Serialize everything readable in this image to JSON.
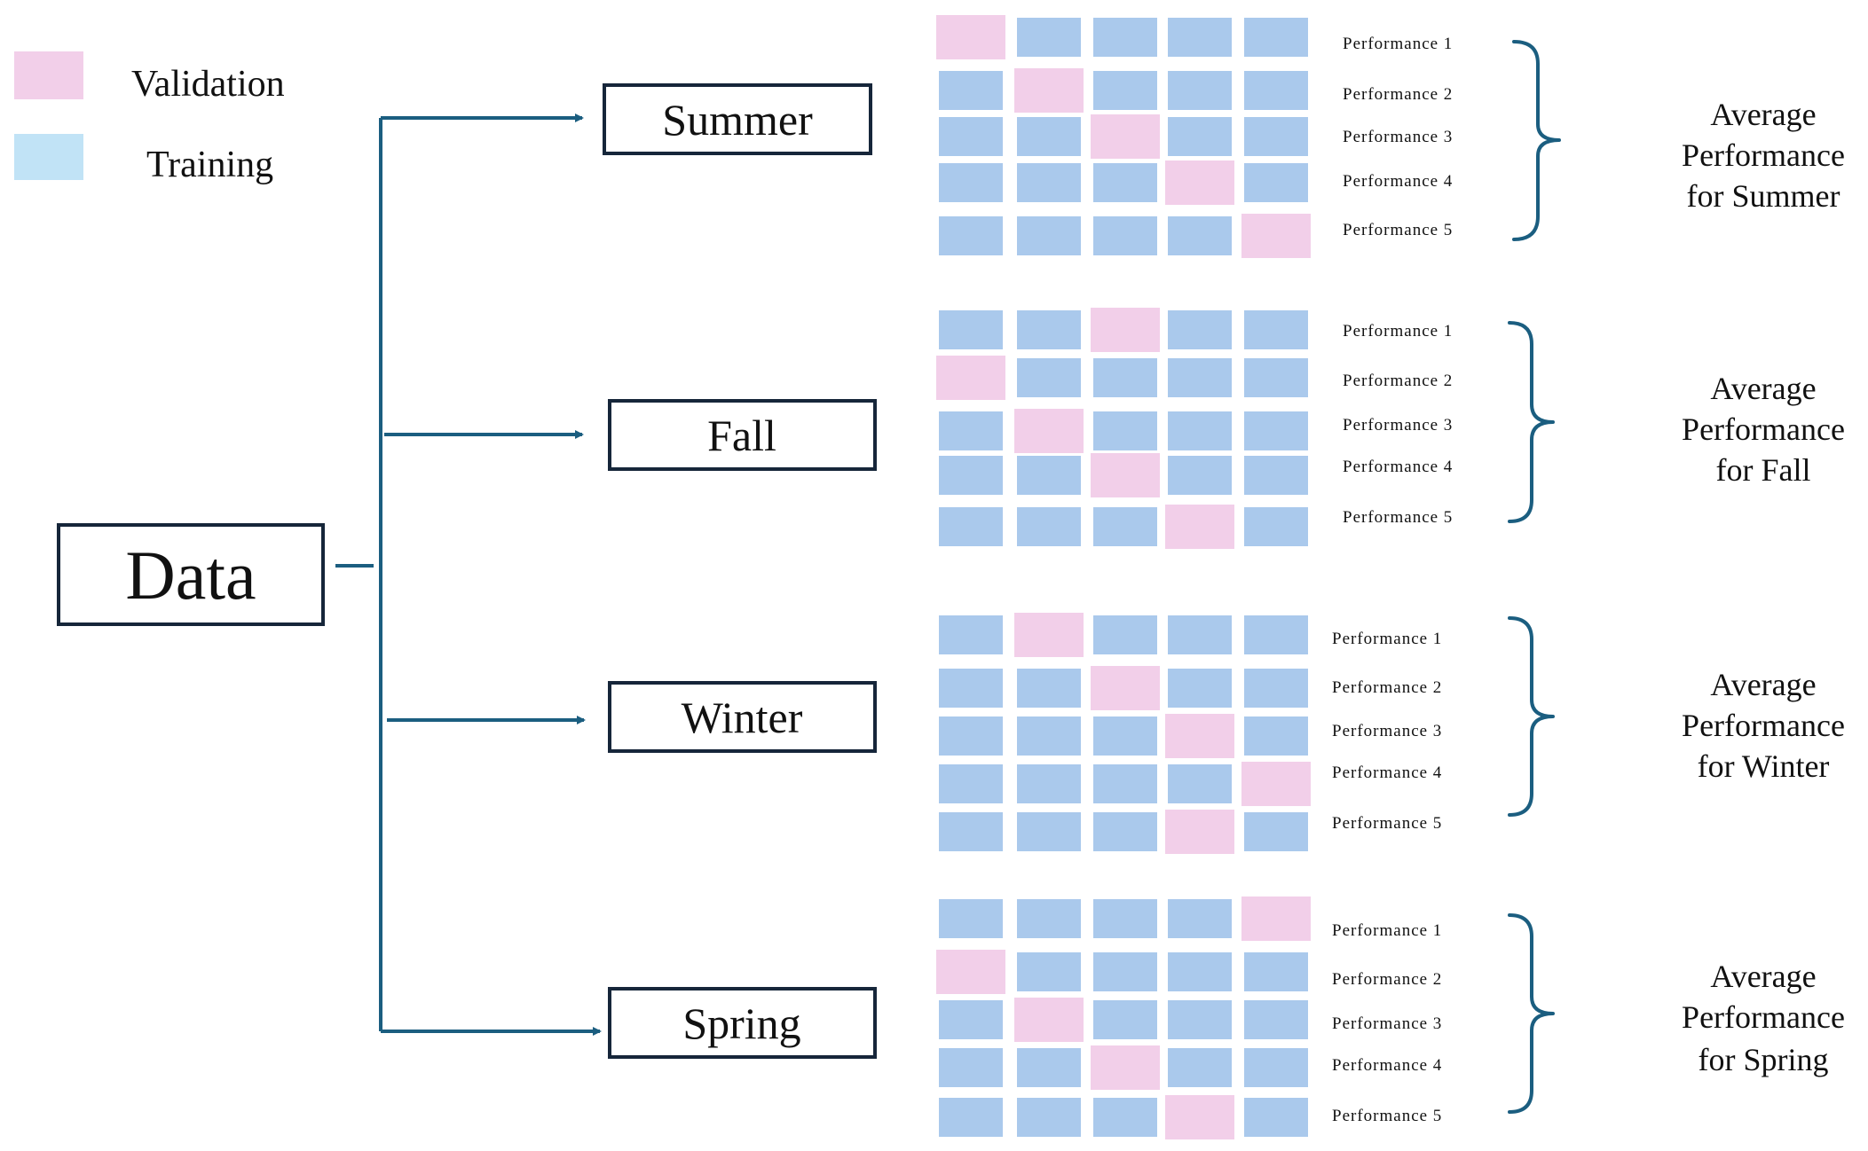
{
  "colors": {
    "validation": "#f2cfe9",
    "training": "#aac9ec",
    "training_legend": "#c1e3f6",
    "connector": "#1b5e80",
    "box_border": "#16263a"
  },
  "legend": {
    "validation_label": "Validation",
    "training_label": "Training"
  },
  "root": {
    "label": "Data"
  },
  "groups": [
    {
      "label": "Summer",
      "validation_folds": [
        1,
        2,
        3,
        4,
        5
      ],
      "performances": [
        "Performance 1",
        "Performance 2",
        "Performance 3",
        "Performance 4",
        "Performance 5"
      ],
      "average_lines": [
        "Average",
        "Performance",
        "for Summer"
      ]
    },
    {
      "label": "Fall",
      "validation_folds": [
        3,
        1,
        2,
        3,
        4
      ],
      "performances": [
        "Performance 1",
        "Performance 2",
        "Performance 3",
        "Performance 4",
        "Performance 5"
      ],
      "average_lines": [
        "Average",
        "Performance",
        "for Fall"
      ]
    },
    {
      "label": "Winter",
      "validation_folds": [
        2,
        3,
        4,
        5,
        4
      ],
      "performances": [
        "Performance 1",
        "Performance 2",
        "Performance 3",
        "Performance 4",
        "Performance 5"
      ],
      "average_lines": [
        "Average",
        "Performance",
        "for Winter"
      ]
    },
    {
      "label": "Spring",
      "validation_folds": [
        5,
        1,
        2,
        3,
        4
      ],
      "performances": [
        "Performance 1",
        "Performance 2",
        "Performance 3",
        "Performance 4",
        "Performance 5"
      ],
      "average_lines": [
        "Average",
        "Performance",
        "for Spring"
      ]
    }
  ]
}
